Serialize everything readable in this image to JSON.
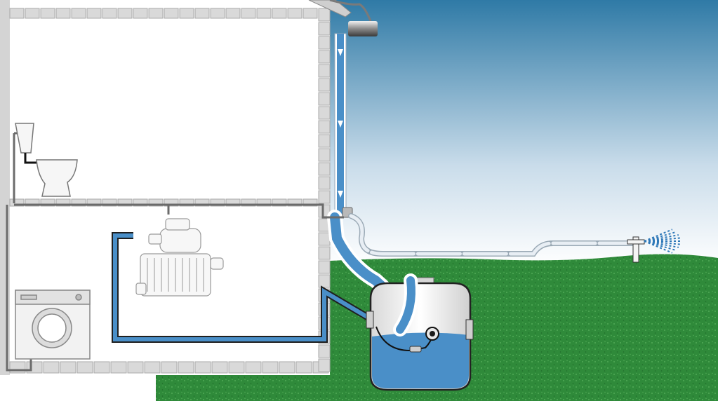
{
  "diagram": {
    "subject": "rainwater-harvesting-system",
    "colors": {
      "sky_top": "#2f7aa6",
      "sky_bottom": "#ffffff",
      "grass": "#2f8a3a",
      "water": "#4a8fc8",
      "water_light": "#8fc0e6",
      "pipe_gray": "#6b6b6b",
      "brick": "#d9d9d9",
      "brick_line": "#a9a9a9",
      "tank_body": "#f4f4f4",
      "hose": "#e8eef4"
    },
    "icons": [
      "gutter",
      "downpipe",
      "toilet",
      "washing-machine",
      "pump",
      "tank",
      "float-switch",
      "tap",
      "hose",
      "sprinkler"
    ]
  }
}
